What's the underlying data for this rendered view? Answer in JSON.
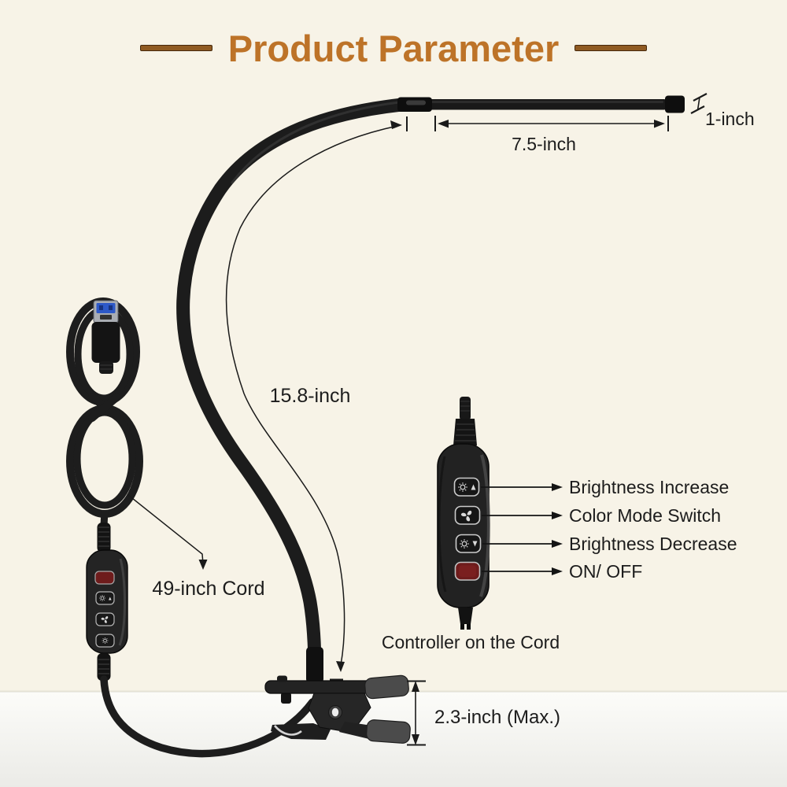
{
  "title": {
    "text": "Product Parameter"
  },
  "measurements": {
    "head_length": "7.5-inch",
    "head_thickness": "1-inch",
    "gooseneck_length": "15.8-inch",
    "cord_length": "49-inch Cord",
    "clamp_opening": "2.3-inch (Max.)"
  },
  "controller": {
    "caption": "Controller on the Cord",
    "buttons": [
      {
        "icon": "brightness-increase-icon",
        "label": "Brightness Increase"
      },
      {
        "icon": "color-mode-icon",
        "label": "Color Mode Switch"
      },
      {
        "icon": "brightness-decrease-icon",
        "label": "Brightness Decrease"
      },
      {
        "icon": "power-icon",
        "label": "ON/ OFF"
      }
    ]
  },
  "colors": {
    "title_accent": "#bd7328",
    "title_dash": "#8f5a22",
    "background_top": "#f7f3e7",
    "background_bottom": "#fbfbf7",
    "product_black": "#1d1d1d",
    "clamp_pad_gray": "#4b4b4b",
    "power_button_red": "#6e1c1c",
    "usb_contact_blue": "#2d59c8",
    "label_text": "#1c1c1c"
  }
}
